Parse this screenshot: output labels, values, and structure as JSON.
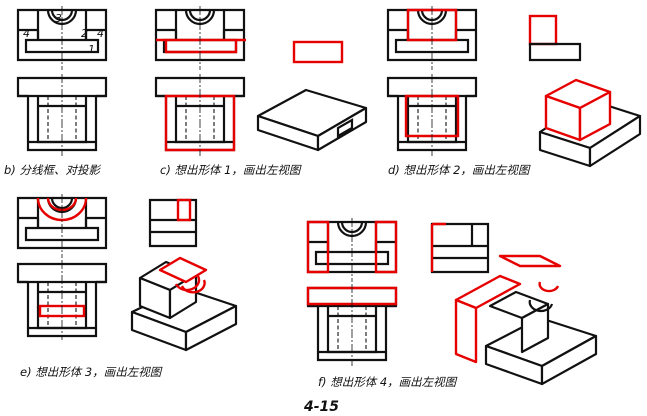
{
  "part_numbers": [
    "1",
    "2",
    "3",
    "4",
    "4"
  ],
  "captions": {
    "b": "b) 分线框、对投影",
    "c": "c) 想出形体 1，画出左视图",
    "d": "d) 想出形体 2，画出左视图",
    "e": "e) 想出形体 3，画出左视图",
    "f": "f) 想出形体 4，画出左视图"
  },
  "figure_number": "4-15",
  "colors": {
    "lines": "#111111",
    "highlight": "#e60000",
    "background": "#ffffff"
  }
}
